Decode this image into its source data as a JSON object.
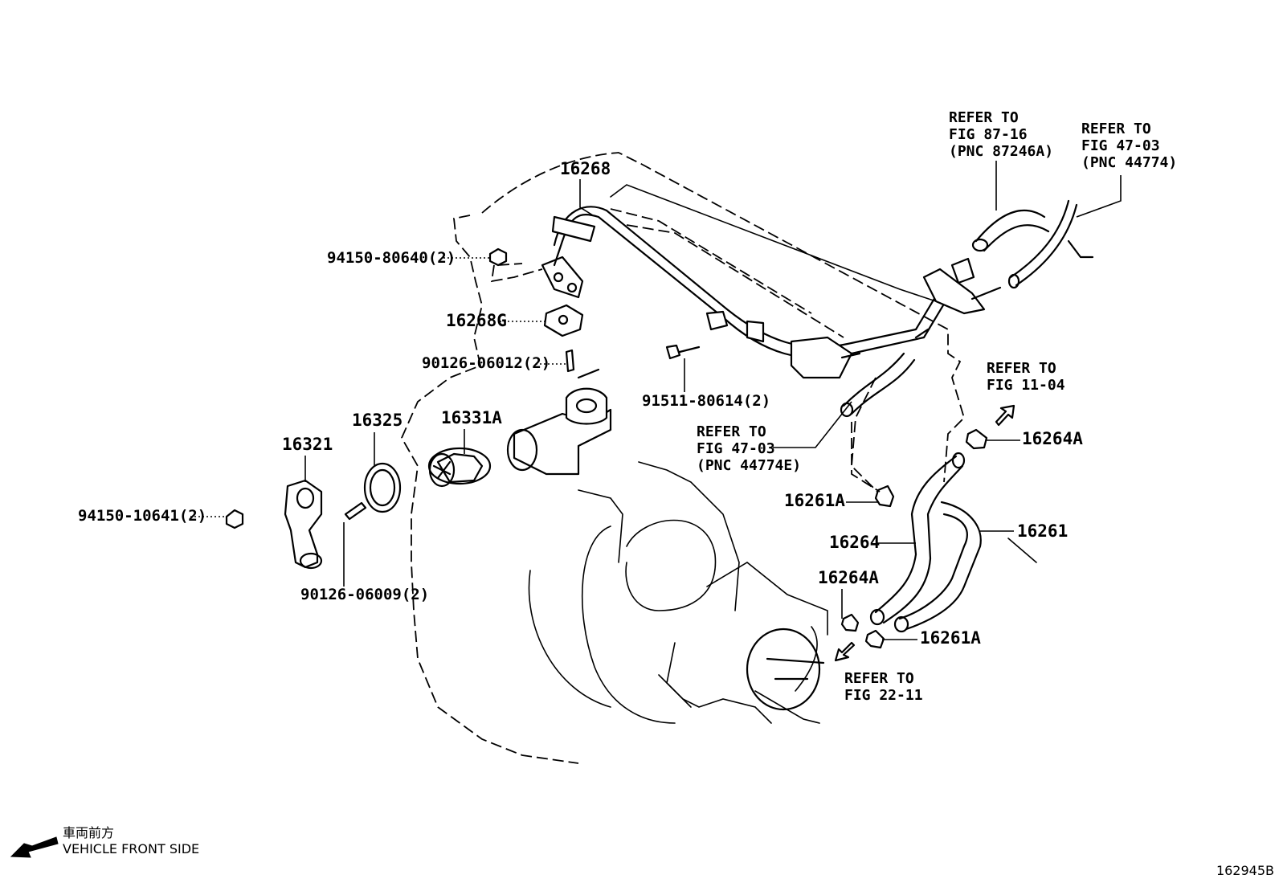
{
  "figure_id": "162945B",
  "front_note": {
    "japanese": "車両前方",
    "english": "VEHICLE FRONT SIDE"
  },
  "part_labels": {
    "p16268": "16268",
    "p94150_80640": "94150-80640(2)",
    "p16268G": "16268G",
    "p90126_06012": "90126-06012(2)",
    "p16325": "16325",
    "p16331A": "16331A",
    "p16321": "16321",
    "p94150_10641": "94150-10641(2)",
    "p90126_06009": "90126-06009(2)",
    "p91511_80614": "91511-80614(2)",
    "p16264A_top": "16264A",
    "p16261A_mid": "16261A",
    "p16264": "16264",
    "p16261": "16261",
    "p16264A_low": "16264A",
    "p16261A_low": "16261A"
  },
  "references": {
    "ref_87_16": "REFER TO\nFIG 87-16\n(PNC 87246A)",
    "ref_47_03_top": "REFER TO\nFIG 47-03\n(PNC 44774)",
    "ref_11_04": "REFER TO\nFIG 11-04",
    "ref_47_03_mid": "REFER TO\nFIG 47-03\n(PNC 44774E)",
    "ref_22_11": "REFER TO\nFIG 22-11"
  }
}
